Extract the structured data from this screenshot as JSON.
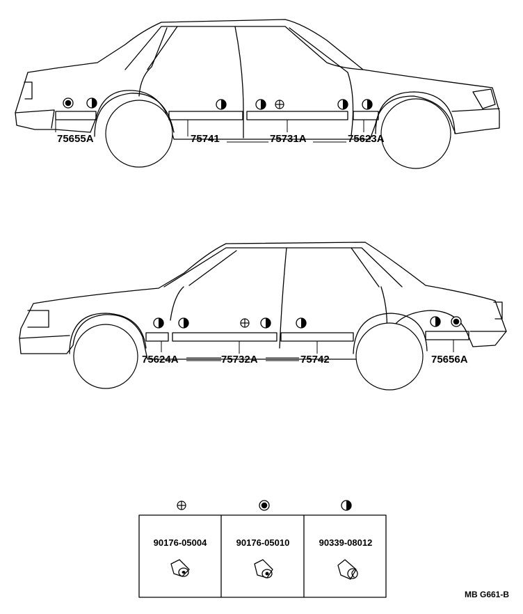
{
  "callouts": {
    "top_car": [
      "75655A",
      "75741",
      "75731A",
      "75623A"
    ],
    "bottom_car": [
      "75624A",
      "75732A",
      "75742",
      "75656A"
    ]
  },
  "fastener_table": [
    {
      "symbol_icon": "cross-circle-icon",
      "part_no": "90176-05004"
    },
    {
      "symbol_icon": "filled-dot-circle-icon",
      "part_no": "90176-05010"
    },
    {
      "symbol_icon": "half-circle-icon",
      "part_no": "90339-08012"
    }
  ],
  "reference_code": "MB G661-B"
}
